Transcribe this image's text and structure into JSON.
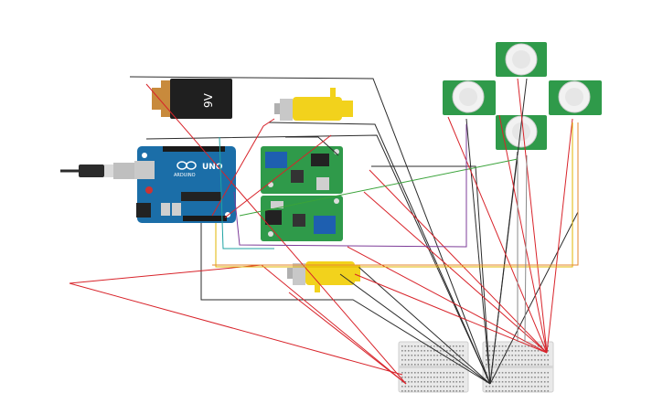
{
  "canvas": {
    "background": "#ffffff"
  },
  "battery": {
    "label": "9V",
    "body_color": "#1f1f1f",
    "cap_color": "#c88a3c"
  },
  "arduino": {
    "brand": "ARDUINO",
    "model": "UNO",
    "board_color": "#1b6ea8"
  },
  "usb_cable": {
    "color": "#2b2b2b"
  },
  "motors": [
    {
      "id": "motor-top",
      "body_color": "#f2d21c"
    },
    {
      "id": "motor-bottom",
      "body_color": "#f2d21c"
    }
  ],
  "motor_drivers": [
    {
      "id": "driver-top",
      "board_color": "#2f9a4a"
    },
    {
      "id": "driver-bottom",
      "board_color": "#2f9a4a"
    }
  ],
  "pir_sensors": [
    {
      "id": "pir-top"
    },
    {
      "id": "pir-left"
    },
    {
      "id": "pir-right"
    },
    {
      "id": "pir-center"
    }
  ],
  "breadboards": [
    {
      "id": "breadboard-left"
    },
    {
      "id": "breadboard-right"
    }
  ],
  "wire_colors": {
    "power": "#d8232a",
    "ground": "#2b2b2b",
    "signal_yellow": "#e0b400",
    "signal_green": "#3aa33a",
    "signal_purple": "#7d3c98",
    "signal_teal": "#1fa3a3",
    "signal_orange": "#e6862d"
  }
}
